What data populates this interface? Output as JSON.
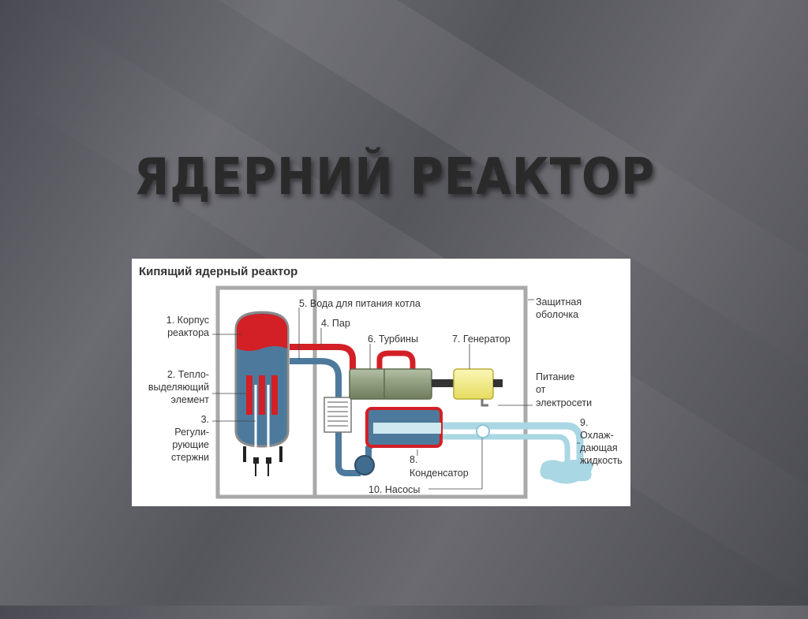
{
  "slide": {
    "title": "ЯДЕРНИЙ РЕАКТОР"
  },
  "diagram": {
    "title": "Кипящий ядерный реактор",
    "labels": {
      "l1a": "1. Корпус",
      "l1b": "реактора",
      "l2a": "2. Тепло-",
      "l2b": "выделяющий",
      "l2c": "элемент",
      "l3a": "3.",
      "l3b": "Регули-",
      "l3c": "рующие",
      "l3d": "стержни",
      "l4": "4. Пар",
      "l5": "5. Вода для питания котла",
      "l6": "6. Турбины",
      "l7": "7. Генератор",
      "l8a": "8.",
      "l8b": "Конденсатор",
      "l9a": "9.",
      "l9b": "Охлаж-",
      "l9c": "дающая",
      "l9d": "жидкость",
      "l10": "10. Насосы",
      "shellA": "Защитная",
      "shellB": "оболочка",
      "gridA": "Питание",
      "gridB": "от",
      "gridC": "электросети"
    },
    "colors": {
      "steam": "#d31f26",
      "water": "#4d7a9c",
      "coolant": "#a9d7e3",
      "turbine": "#9aa88a",
      "generator": "#f4ee8c",
      "shell": "#a9a9a9"
    }
  }
}
